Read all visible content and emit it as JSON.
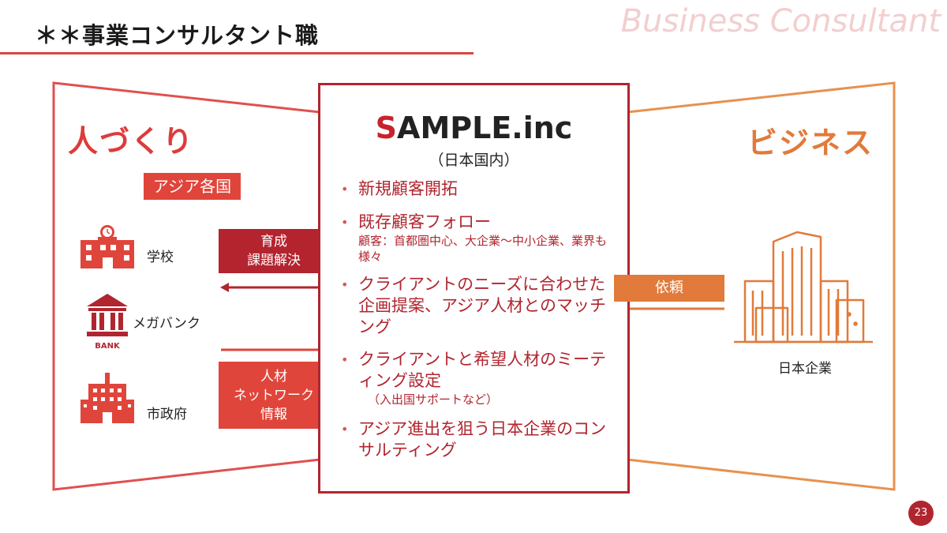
{
  "header": {
    "title": "＊＊事業コンサルタント職",
    "watermark": "Business Consultant"
  },
  "left": {
    "heading": "人づくり",
    "region_badge": "アジア各国",
    "items": [
      {
        "label": "学校",
        "icon": "school-icon"
      },
      {
        "label": "メガバンク",
        "icon": "bank-icon",
        "icon_text": "BANK"
      },
      {
        "label": "市政府",
        "icon": "city-hall-icon"
      }
    ]
  },
  "tags": {
    "to_left": [
      "育成",
      "課題解決"
    ],
    "to_center": [
      "人材",
      "ネットワーク",
      "情報"
    ],
    "from_right": "依頼"
  },
  "center": {
    "company_first": "S",
    "company_rest": "AMPLE.inc",
    "location": "（日本国内）",
    "bullets": [
      {
        "text": "新規顧客開拓"
      },
      {
        "text": "既存顧客フォロー",
        "sub": "顧客：首都圏中心、大企業〜中小企業、業界も様々"
      },
      {
        "text": "クライアントのニーズに合わせた企画提案、アジア人材とのマッチング"
      },
      {
        "text": "クライアントと希望人材のミーティング設定",
        "sub": "（入出国サポートなど）"
      },
      {
        "text": "アジア進出を狙う日本企業のコンサルティング"
      }
    ]
  },
  "right": {
    "heading": "ビジネス",
    "company_label": "日本企業",
    "icon": "office-buildings-icon"
  },
  "page_number": "23",
  "colors": {
    "accent_red": "#e0453b",
    "dark_red": "#b1252f",
    "orange": "#e17a3a"
  }
}
